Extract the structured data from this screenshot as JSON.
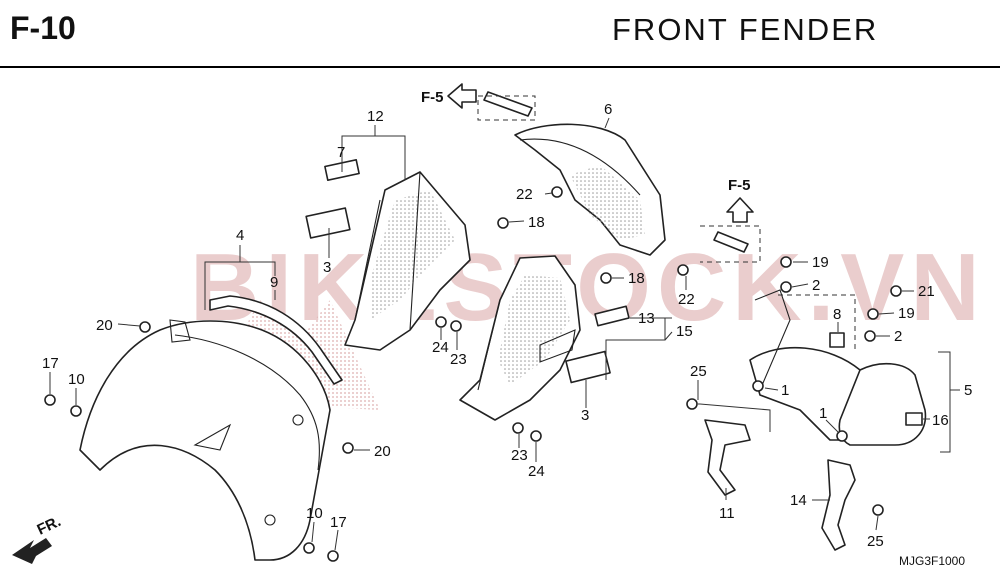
{
  "header": {
    "code": "F-10",
    "title": "FRONT  FENDER"
  },
  "diagram_code": "MJG3F1000",
  "direction_label": "FR.",
  "ref_arrows": [
    "F-5",
    "F-5"
  ],
  "watermark": "BIKESTOCK.VN",
  "callouts": {
    "c12": "12",
    "c7": "7",
    "c3a": "3",
    "c4": "4",
    "c9": "9",
    "c20a": "20",
    "c17a": "17",
    "c10a": "10",
    "c20b": "20",
    "c10b": "10",
    "c17b": "17",
    "c24a": "24",
    "c23a": "23",
    "c18a": "18",
    "c18b": "18",
    "c6": "6",
    "c22a": "22",
    "c22b": "22",
    "c13": "13",
    "c15": "15",
    "c23b": "23",
    "c24b": "24",
    "c3b": "3",
    "c19a": "19",
    "c2a": "2",
    "c21": "21",
    "c19b": "19",
    "c2b": "2",
    "c8": "8",
    "c1a": "1",
    "c5": "5",
    "c1b": "1",
    "c16": "16",
    "c25a": "25",
    "c11": "11",
    "c14": "14",
    "c25b": "25"
  },
  "colors": {
    "ink": "#222222",
    "watermark": "#d9a6a6"
  }
}
